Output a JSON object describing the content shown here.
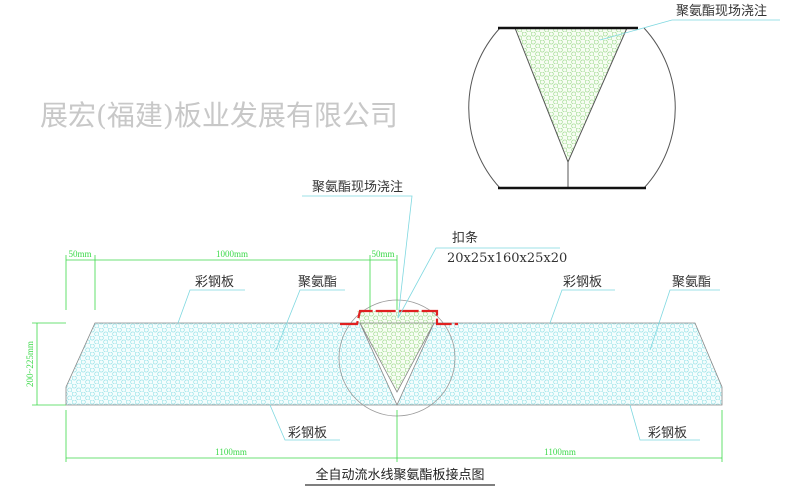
{
  "title": "全自动流水线聚氨酯板接点图",
  "labels": {
    "steel_top_left": "彩钢板",
    "pu_left": "聚氨酯",
    "steel_bottom_left": "彩钢板",
    "pu_cast": "聚氨酯现场浇注",
    "strip": "扣条",
    "strip_size": "20x25x160x25x20",
    "steel_top_right": "彩钢板",
    "pu_right": "聚氨酯",
    "steel_bottom_right": "彩钢板",
    "detail_pu_cast": "聚氨酯现场浇注"
  },
  "dimensions": {
    "chamfer_left": "50mm",
    "top_width": "1000mm",
    "strip_step": "50mm",
    "thickness": "200~225mm",
    "panel_left": "1100mm",
    "panel_right": "1100mm"
  },
  "watermark": "展宏(福建)板业发展有限公司",
  "colors": {
    "dimension": "#3cd94a",
    "strip": "#e02020",
    "foam": "#7fd8e0",
    "cast_foam": "#9ad88a"
  }
}
